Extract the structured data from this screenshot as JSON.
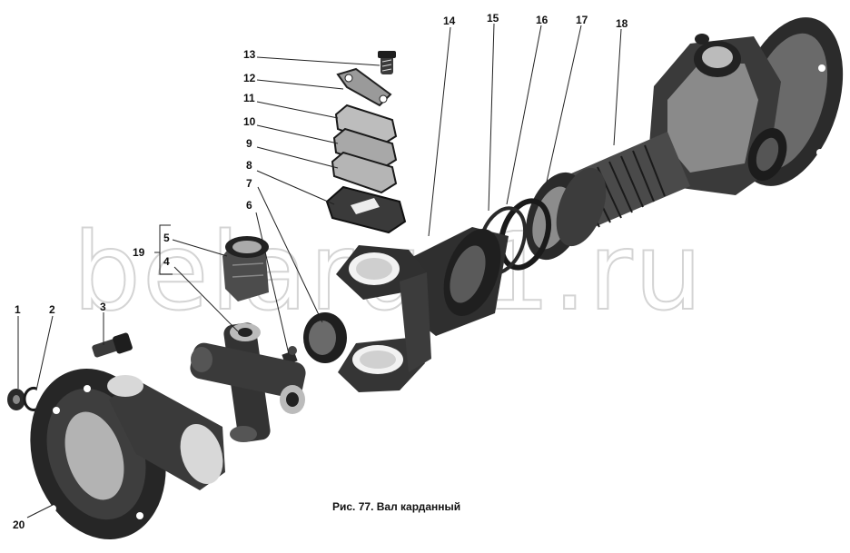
{
  "figure": {
    "caption": "Рис. 77. Вал карданный",
    "watermark": "belarus1.ru"
  },
  "callouts": [
    {
      "n": "1"
    },
    {
      "n": "2"
    },
    {
      "n": "3"
    },
    {
      "n": "4"
    },
    {
      "n": "5"
    },
    {
      "n": "6"
    },
    {
      "n": "7"
    },
    {
      "n": "8"
    },
    {
      "n": "9"
    },
    {
      "n": "10"
    },
    {
      "n": "11"
    },
    {
      "n": "12"
    },
    {
      "n": "13"
    },
    {
      "n": "14"
    },
    {
      "n": "15"
    },
    {
      "n": "16"
    },
    {
      "n": "17"
    },
    {
      "n": "18"
    },
    {
      "n": "19"
    },
    {
      "n": "20"
    }
  ]
}
